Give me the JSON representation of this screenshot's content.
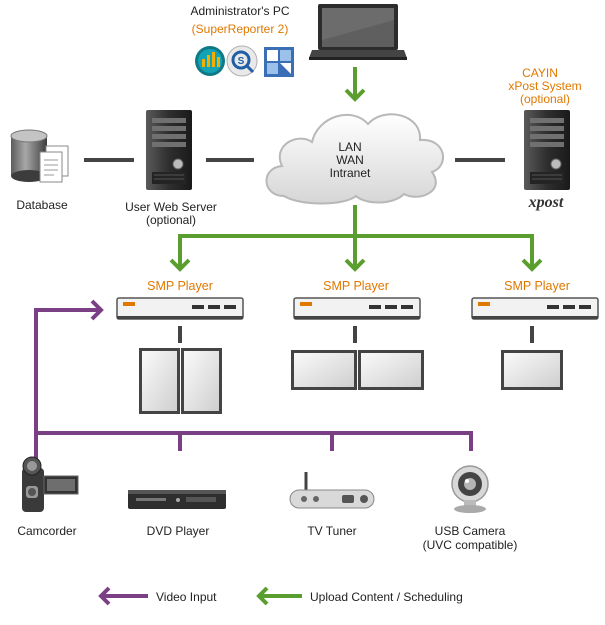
{
  "admin_pc": {
    "title": "Administrator's PC",
    "subtitle": "(SuperReporter 2)",
    "app_icons": [
      "chart-app-icon",
      "search-app-icon",
      "schedule-app-icon"
    ]
  },
  "cloud": {
    "line1": "LAN",
    "line2": "WAN",
    "line3": "Intranet"
  },
  "database": {
    "label": "Database"
  },
  "web_server": {
    "line1": "User Web Server",
    "line2": "(optional)"
  },
  "xpost_system": {
    "line1": "CAYIN",
    "line2": "xPost System",
    "line3": "(optional)",
    "logo_text": "xpost"
  },
  "players": [
    {
      "label": "SMP Player"
    },
    {
      "label": "SMP Player"
    },
    {
      "label": "SMP Player"
    }
  ],
  "sources": [
    {
      "label": "Camcorder",
      "sub": ""
    },
    {
      "label": "DVD Player",
      "sub": ""
    },
    {
      "label": "TV Tuner",
      "sub": ""
    },
    {
      "label": "USB Camera",
      "sub": "(UVC compatible)"
    }
  ],
  "legend": {
    "video_input": "Video Input",
    "upload": "Upload Content / Scheduling"
  },
  "colors": {
    "green": "#5a9e2f",
    "purple": "#7b3f86",
    "orange": "#e07800",
    "dark_line": "#444444"
  }
}
